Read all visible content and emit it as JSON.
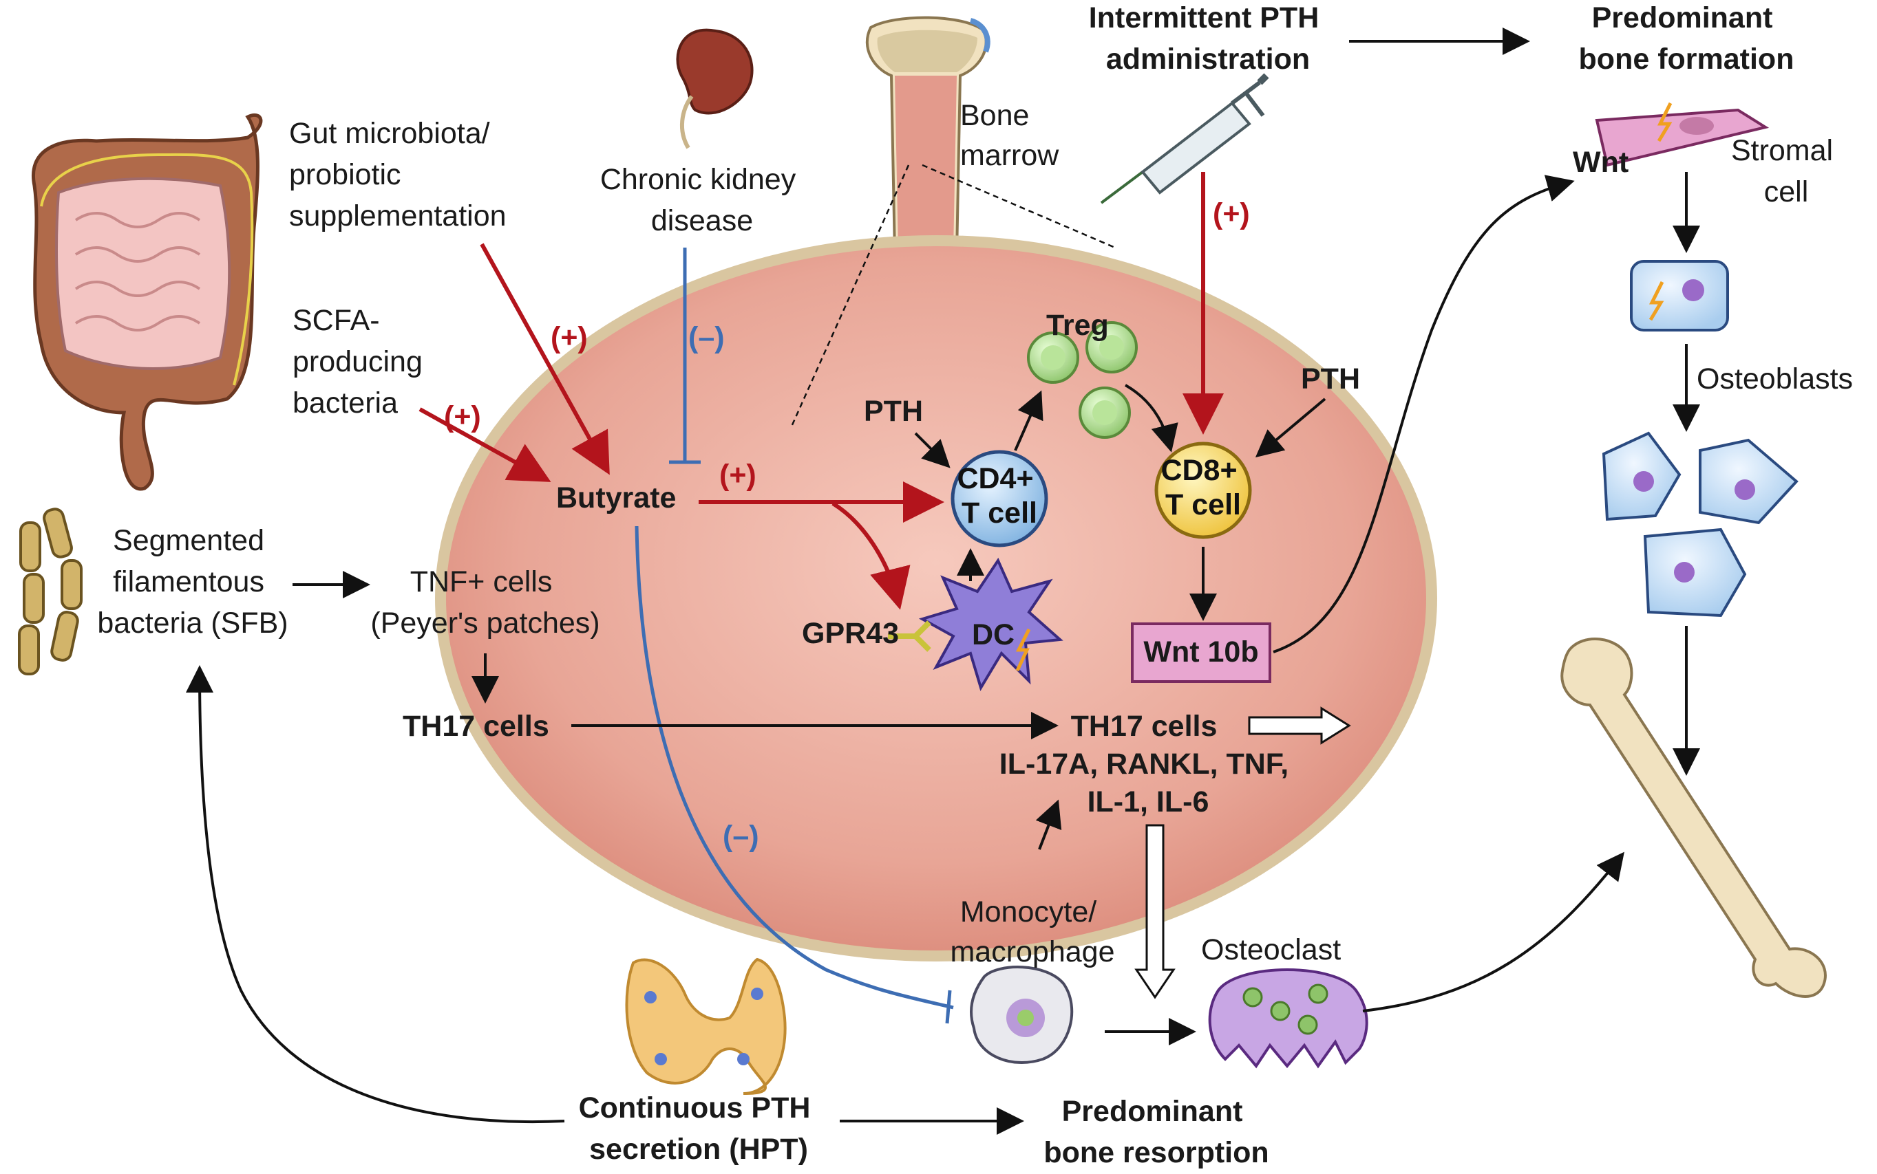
{
  "labels": {
    "gut_microbiota": [
      "Gut microbiota/",
      "probiotic",
      "supplementation"
    ],
    "scfa": [
      "SCFA-",
      "producing",
      "bacteria"
    ],
    "ckd": [
      "Chronic kidney",
      "disease"
    ],
    "bone_marrow": [
      "Bone",
      "marrow"
    ],
    "intermittent_pth": [
      "Intermittent PTH",
      "administration"
    ],
    "bone_formation": [
      "Predominant",
      "bone formation"
    ],
    "wnt": "Wnt",
    "stromal_cell": [
      "Stromal",
      "cell"
    ],
    "osteoblasts": "Osteoblasts",
    "butyrate": "Butyrate",
    "sfb": [
      "Segmented",
      "filamentous",
      "bacteria (SFB)"
    ],
    "tnf_cells": [
      "TNF+ cells",
      "(Peyer's patches)"
    ],
    "th17_left": "TH17 cells",
    "treg": "Treg",
    "pth_left": "PTH",
    "pth_right": "PTH",
    "cd4": [
      "CD4+",
      "T cell"
    ],
    "cd8": [
      "CD8+",
      "T cell"
    ],
    "gpr43": "GPR43",
    "dc": "DC",
    "wnt10b": "Wnt 10b",
    "th17_inner": [
      "TH17 cells",
      "IL-17A, RANKL, TNF,",
      "IL-1, IL-6"
    ],
    "monocyte": [
      "Monocyte/",
      "macrophage"
    ],
    "osteoclast": "Osteoclast",
    "continuous_pth": [
      "Continuous PTH",
      "secretion (HPT)"
    ],
    "bone_resorption": [
      "Predominant",
      "bone resorption"
    ]
  },
  "signs": {
    "plus_gut": "(+)",
    "plus_scfa": "(+)",
    "minus_ckd": "(–)",
    "plus_butyrate": "(+)",
    "plus_pth": "(+)",
    "minus_monocyte": "(–)"
  },
  "colors": {
    "stimulate": "#b3141c",
    "inhibit": "#3d6db3",
    "marrow_fill": "#e39a8c",
    "marrow_rim": "#d9c6a0"
  }
}
